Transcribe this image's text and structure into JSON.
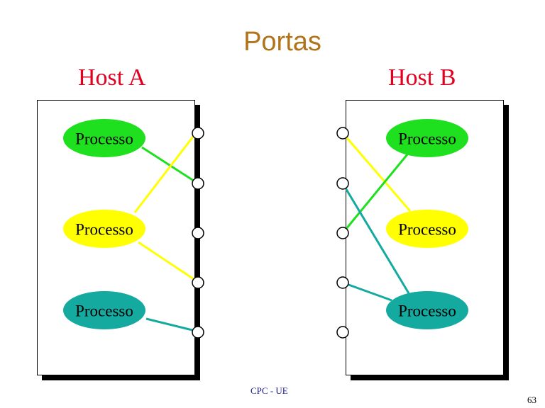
{
  "title": "Portas",
  "hosts": {
    "a": {
      "label": "Host A"
    },
    "b": {
      "label": "Host B"
    }
  },
  "process_label": "Processo",
  "process_colors": {
    "green": "#1ee01e",
    "yellow": "#ffff00",
    "teal": "#14aaa0"
  },
  "ports_per_host": 5,
  "footer": "CPC - UE",
  "page_number": "63"
}
